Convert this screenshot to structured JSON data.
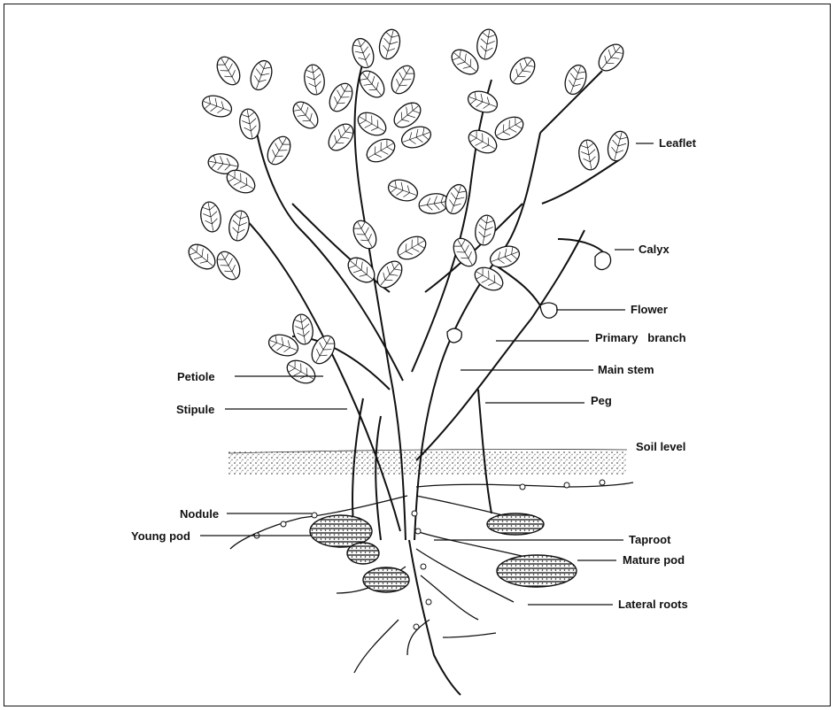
{
  "labels": {
    "leaflet": "Leaflet",
    "calyx": "Calyx",
    "flower": "Flower",
    "primary_branch": "Primary   branch",
    "main_stem": "Main stem",
    "petiole": "Petiole",
    "peg": "Peg",
    "stipule": "Stipule",
    "soil_level": "Soil level",
    "nodule": "Nodule",
    "young_pod": "Young pod",
    "taproot": "Taproot",
    "mature_pod": "Mature pod",
    "lateral_roots": "Lateral roots"
  },
  "colors": {
    "ink": "#111111",
    "paper": "#ffffff",
    "soil": "#8a8a8a"
  }
}
